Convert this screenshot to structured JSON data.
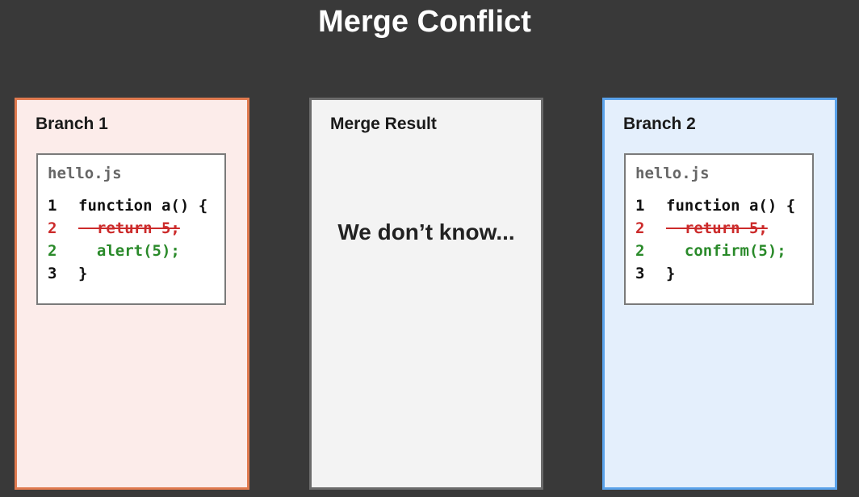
{
  "title": "Merge Conflict",
  "panels": [
    {
      "title": "Branch 1",
      "file": {
        "name": "hello.js",
        "lines": [
          {
            "num": "1",
            "code": "function a() {",
            "status": "unchanged"
          },
          {
            "num": "2",
            "code": "  return 5;",
            "status": "removed"
          },
          {
            "num": "2",
            "code": "  alert(5);",
            "status": "added"
          },
          {
            "num": "3",
            "code": "}",
            "status": "unchanged"
          }
        ]
      }
    },
    {
      "title": "Merge Result",
      "message": "We don’t know..."
    },
    {
      "title": "Branch 2",
      "file": {
        "name": "hello.js",
        "lines": [
          {
            "num": "1",
            "code": "function a() {",
            "status": "unchanged"
          },
          {
            "num": "2",
            "code": "  return 5;",
            "status": "removed"
          },
          {
            "num": "2",
            "code": "  confirm(5);",
            "status": "added"
          },
          {
            "num": "3",
            "code": "}",
            "status": "unchanged"
          }
        ]
      }
    }
  ],
  "colors": {
    "background": "#393939",
    "branch1_border": "#e07a4f",
    "branch1_fill": "#fcecea",
    "merge_border": "#6b6b6b",
    "merge_fill": "#f3f3f3",
    "branch2_border": "#5aa2ea",
    "branch2_fill": "#e4effc",
    "removed": "#cc2b2b",
    "added": "#2a8a2a"
  }
}
